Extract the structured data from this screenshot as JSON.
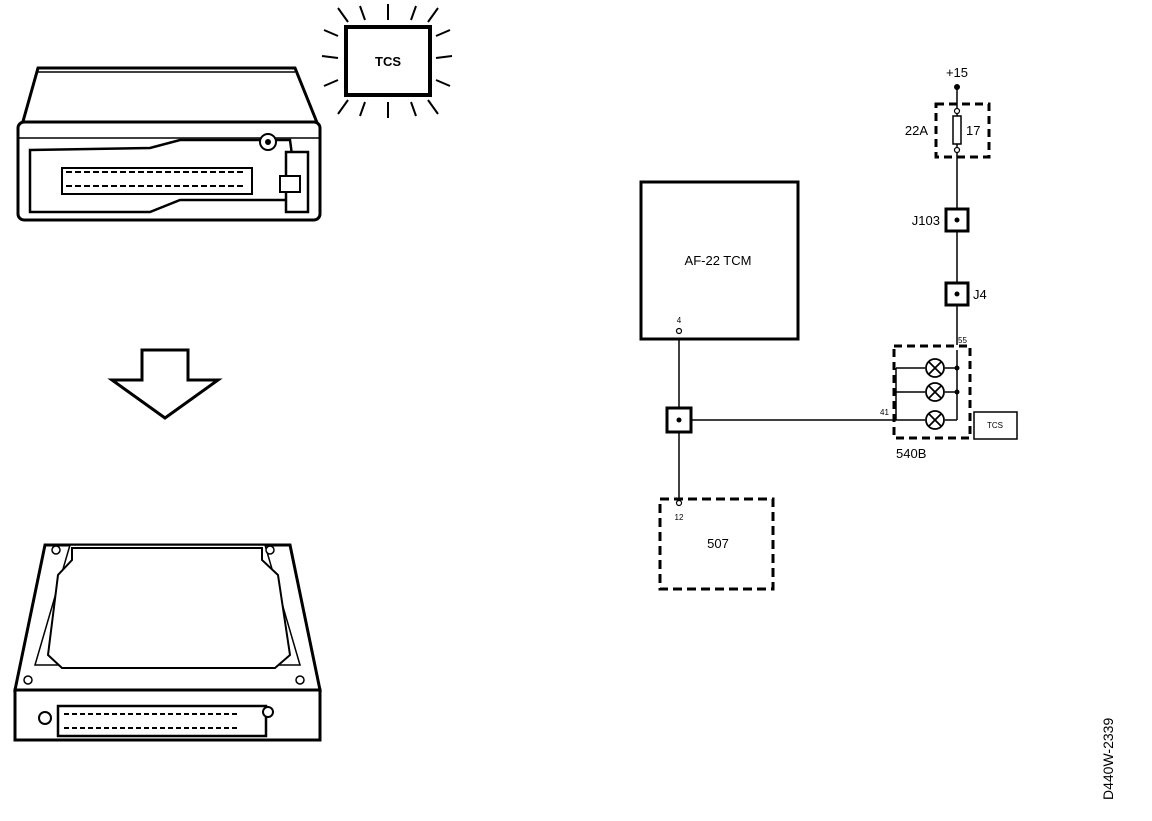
{
  "warning_lamp": {
    "label": "TCS"
  },
  "schematic": {
    "tcm_module": {
      "label": "AF-22 TCM",
      "pin": "4"
    },
    "module_507": {
      "label": "507",
      "pin": "12"
    },
    "supply": {
      "label": "+15"
    },
    "fuse_box": {
      "label": "22A",
      "fuse_number": "17"
    },
    "connector_j103": {
      "label": "J103"
    },
    "connector_j4": {
      "label": "J4"
    },
    "instrument_cluster": {
      "label": "540B",
      "pin_top": "55",
      "pin_side": "41"
    },
    "lamp_tag": {
      "label": "TCS"
    }
  },
  "reference_code": "D440W-2339"
}
